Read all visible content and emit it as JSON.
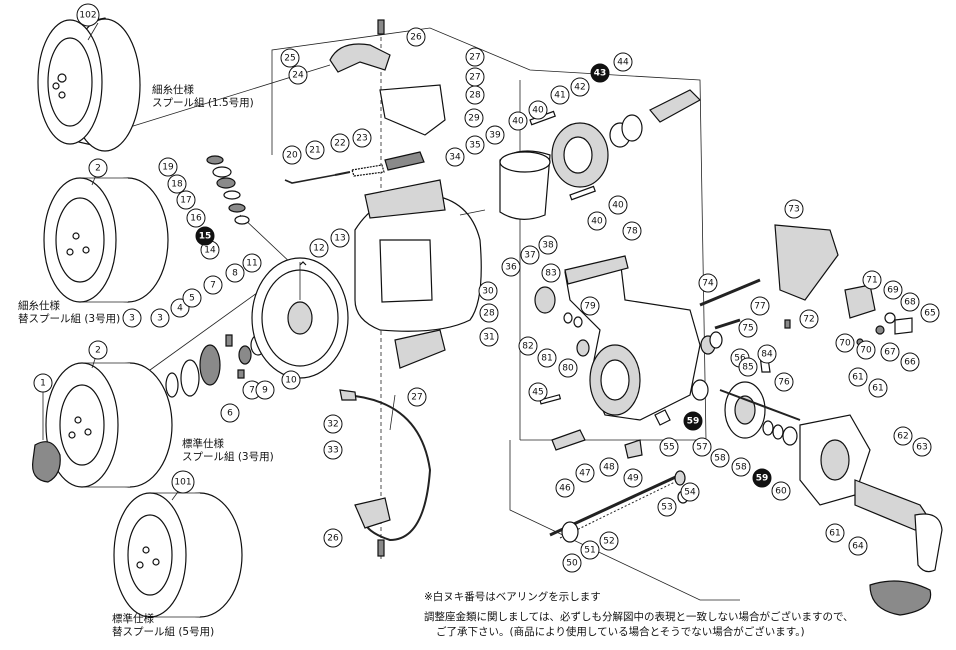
{
  "labels": {
    "spool_102": [
      "細糸仕様",
      "スプール組 (1.5号用)"
    ],
    "spool_2a": [
      "細糸仕様",
      "替スプール組 (3号用)"
    ],
    "spool_2b": [
      "標準仕様",
      "スプール組 (3号用)"
    ],
    "spool_101": [
      "標準仕様",
      "替スプール組 (5号用)"
    ]
  },
  "notes": {
    "bearing": "※白ヌキ番号はベアリングを示します",
    "shim_1": "調整座金類に関しましては、必ずしも分解図中の表現と一致しない場合がございますので、",
    "shim_2": "ご了承下さい。(商品により使用している場合とそうでない場合がございます。)"
  },
  "part_numbers": {
    "n1": "1",
    "n2a": "2",
    "n2b": "2",
    "n3a": "3",
    "n3b": "3",
    "n4": "4",
    "n5": "5",
    "n6": "6",
    "n7a": "7",
    "n7b": "7",
    "n8": "8",
    "n9": "9",
    "n10": "10",
    "n11": "11",
    "n12": "12",
    "n13": "13",
    "n14": "14",
    "n15": "15",
    "n16": "16",
    "n17": "17",
    "n18": "18",
    "n19": "19",
    "n20": "20",
    "n21": "21",
    "n22": "22",
    "n23": "23",
    "n24": "24",
    "n25": "25",
    "n26a": "26",
    "n26b": "26",
    "n27a": "27",
    "n27b": "27",
    "n27c": "27",
    "n28a": "28",
    "n28b": "28",
    "n29": "29",
    "n30": "30",
    "n31": "31",
    "n32": "32",
    "n33": "33",
    "n34": "34",
    "n35": "35",
    "n36": "36",
    "n37": "37",
    "n38": "38",
    "n39": "39",
    "n40a": "40",
    "n40b": "40",
    "n40c": "40",
    "n40d": "40",
    "n41": "41",
    "n42": "42",
    "n43": "43",
    "n44": "44",
    "n45": "45",
    "n46": "46",
    "n47": "47",
    "n48": "48",
    "n49": "49",
    "n50": "50",
    "n51": "51",
    "n52": "52",
    "n53": "53",
    "n54": "54",
    "n55": "55",
    "n56": "56",
    "n57": "57",
    "n58a": "58",
    "n58b": "58",
    "n59a": "59",
    "n59b": "59",
    "n60": "60",
    "n61a": "61",
    "n61b": "61",
    "n61c": "61",
    "n62": "62",
    "n63": "63",
    "n64": "64",
    "n65": "65",
    "n66": "66",
    "n67": "67",
    "n68": "68",
    "n69": "69",
    "n70a": "70",
    "n70b": "70",
    "n71": "71",
    "n72": "72",
    "n73": "73",
    "n74": "74",
    "n75": "75",
    "n76": "76",
    "n77": "77",
    "n78": "78",
    "n79": "79",
    "n80": "80",
    "n81": "81",
    "n82": "82",
    "n83": "83",
    "n84": "84",
    "n85": "85",
    "n101": "101",
    "n102": "102"
  }
}
